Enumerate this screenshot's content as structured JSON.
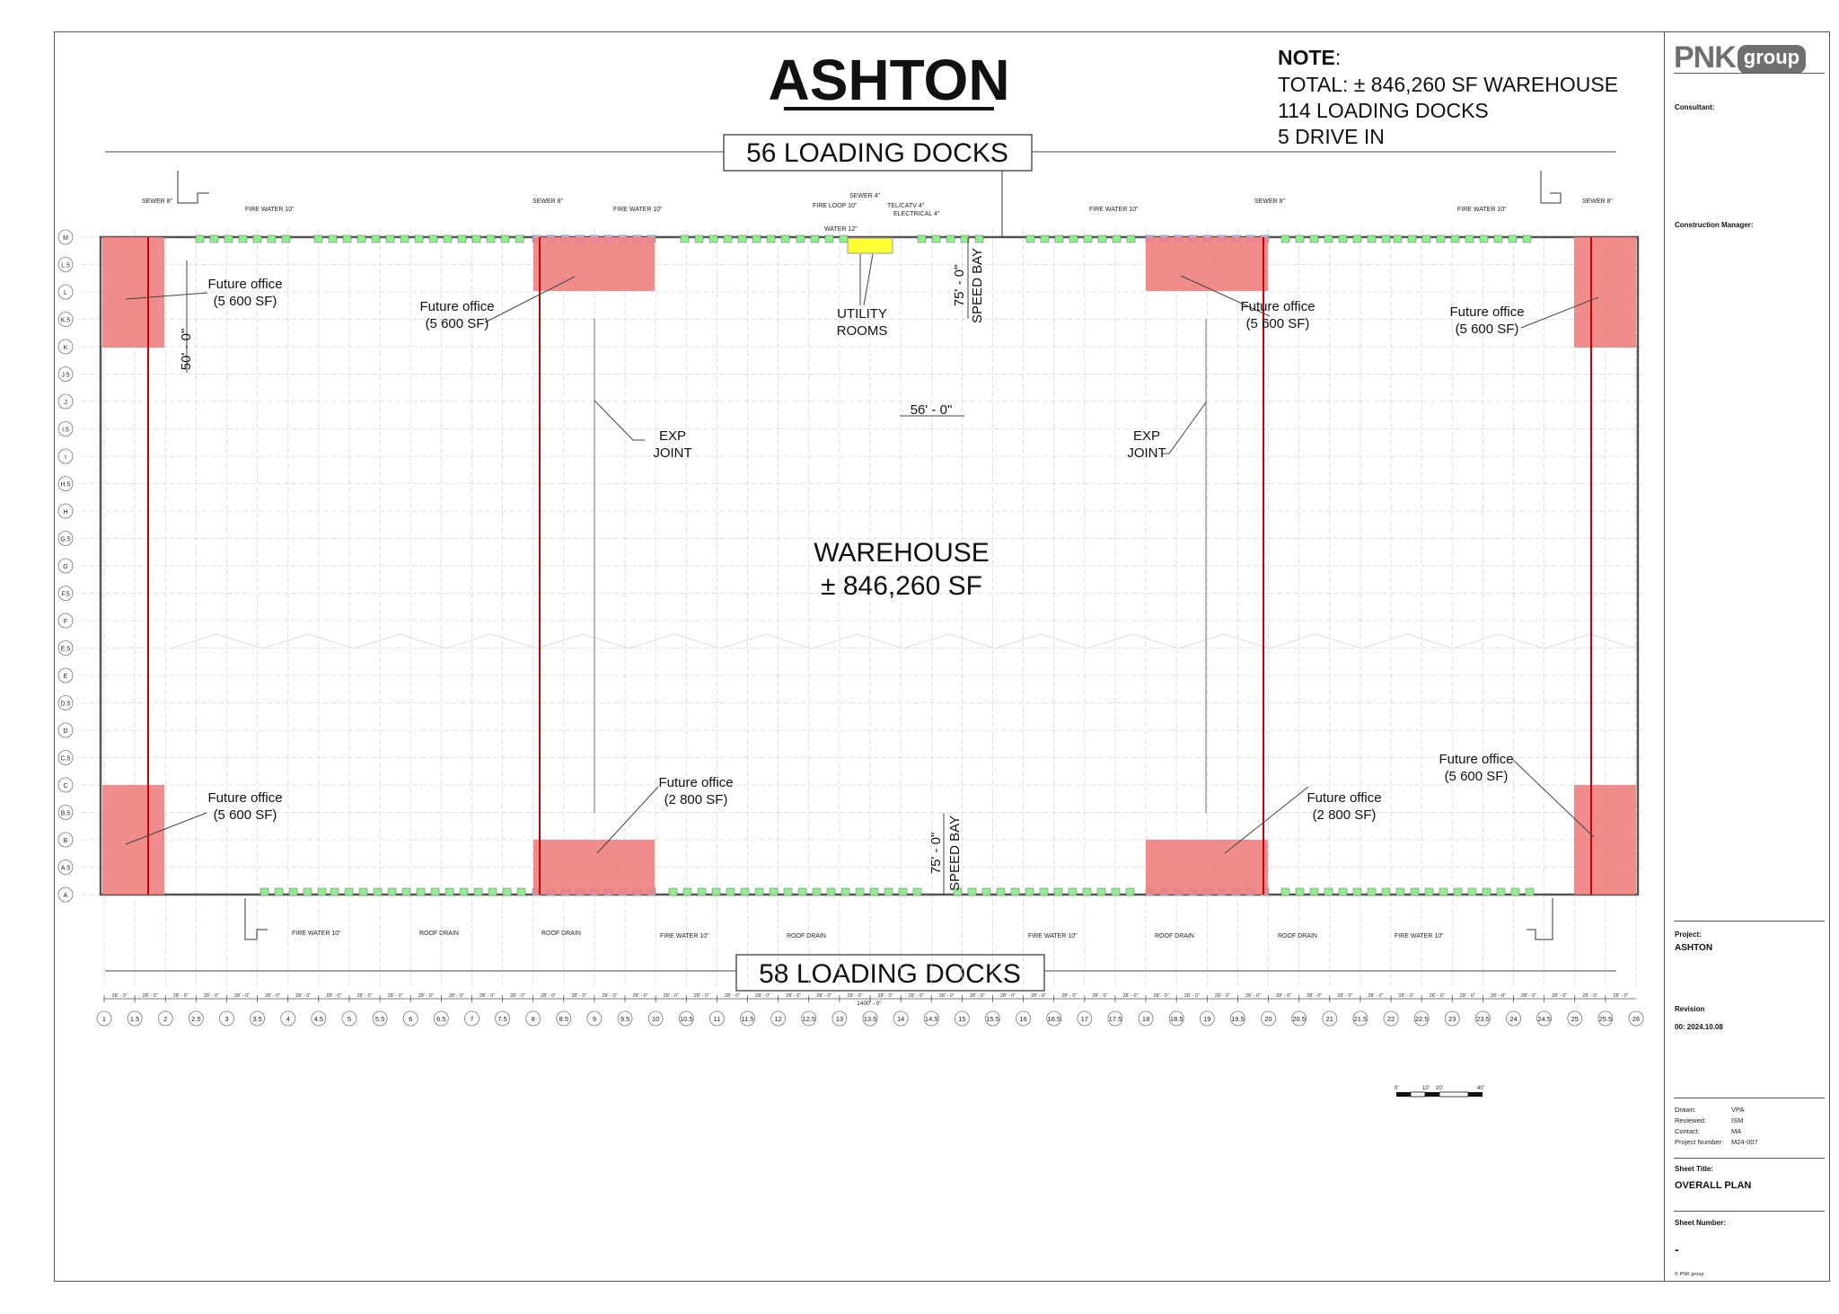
{
  "plan": {
    "title": "ASHTON",
    "note_heading": "NOTE",
    "note_lines": [
      "TOTAL: ± 846,260 SF  WAREHOUSE",
      "114 LOADING DOCKS",
      "5 DRIVE IN"
    ],
    "top_docks_label": "56 LOADING DOCKS",
    "bottom_docks_label": "58 LOADING DOCKS",
    "warehouse_label": "WAREHOUSE",
    "warehouse_area": "± 846,260 SF",
    "utility_label": [
      "UTILITY",
      "ROOMS"
    ],
    "exp_joint_label": [
      "EXP",
      "JOINT"
    ],
    "speed_bay_dim": "75' - 0\"",
    "speed_bay_label": "SPEED BAY",
    "dim_50": "50' - 0\"",
    "dim_56": "56' - 0\"",
    "total_dim": "1400' - 0\"",
    "bay_dim": "28' - 0\"",
    "offices": [
      {
        "line1": "Future office",
        "line2": "(5 600 SF)"
      },
      {
        "line1": "Future office",
        "line2": "(5 600 SF)"
      },
      {
        "line1": "Future office",
        "line2": "(5 600 SF)"
      },
      {
        "line1": "Future office",
        "line2": "(5 600 SF)"
      },
      {
        "line1": "Future office",
        "line2": "(5 600 SF)"
      },
      {
        "line1": "Future office",
        "line2": "(2 800 SF)"
      },
      {
        "line1": "Future office",
        "line2": "(2 800 SF)"
      },
      {
        "line1": "Future office",
        "line2": "(5 600 SF)"
      }
    ],
    "top_services": {
      "sewer_8": "SEWER 8\"",
      "fire_water_10": "FIRE WATER 10\"",
      "sewer_4": "SEWER 4\"",
      "fire_loop_10": "FIRE LOOP 10\"",
      "tel_catv_4": "TEL/CATV 4\"",
      "electrical_4": "ELECTRICAL 4\"",
      "water_12": "WATER 12\""
    },
    "bottom_services": {
      "fire_water_10": "FIRE WATER 10\"",
      "roof_drain": "ROOF DRAIN"
    },
    "row_grid": [
      "M",
      "L.5",
      "L",
      "K.5",
      "K",
      "J.5",
      "J",
      "I.5",
      "I",
      "H.5",
      "H",
      "G.5",
      "G",
      "F.5",
      "F",
      "E.5",
      "E",
      "D.5",
      "D",
      "C.5",
      "C",
      "B.5",
      "B",
      "A.5",
      "A"
    ],
    "column_grid": [
      "1",
      "1.5",
      "2",
      "2.5",
      "3",
      "3.5",
      "4",
      "4.5",
      "5",
      "5.5",
      "6",
      "6.5",
      "7",
      "7.5",
      "8",
      "8.5",
      "9",
      "9.5",
      "10",
      "10.5",
      "11",
      "11.5",
      "12",
      "12.5",
      "13",
      "13.5",
      "14",
      "14.5",
      "15",
      "15.5",
      "16",
      "16.5",
      "17",
      "17.5",
      "18",
      "18.5",
      "19",
      "19.5",
      "20",
      "20.5",
      "21",
      "21.5",
      "22",
      "22.5",
      "23",
      "23.5",
      "24",
      "24.5",
      "25",
      "25.5",
      "26"
    ],
    "scale_ticks": [
      "0'",
      "10'",
      "20'",
      "40'"
    ],
    "colors": {
      "office": "#f08080",
      "utility": "#ffff33",
      "dock_green": "#90ee90",
      "dock_blue": "#9fc0f0",
      "grid": "#d0d0d0",
      "red_line": "#cc0000"
    }
  },
  "titleblock": {
    "logo_pnk": "PNK",
    "logo_group": "group",
    "consultant_label": "Consultant:",
    "construction_manager_label": "Construction Manager:",
    "project_label": "Project:",
    "project_value": "ASHTON",
    "revision_label": "Revision",
    "revision_value": "00:   2024.10.08",
    "drawn_label": "Drawn:",
    "drawn_value": "VPA",
    "reviewed_label": "Reviewed:",
    "reviewed_value": "ISM",
    "contact_label": "Contact:",
    "contact_value": "MA",
    "project_number_label": "Project Number:",
    "project_number_value": "M24-007",
    "sheet_title_label": "Sheet Title:",
    "sheet_title_value": "OVERALL PLAN",
    "sheet_number_label": "Sheet Number:",
    "sheet_number_value": "-",
    "copyright": "©      PNK group"
  }
}
